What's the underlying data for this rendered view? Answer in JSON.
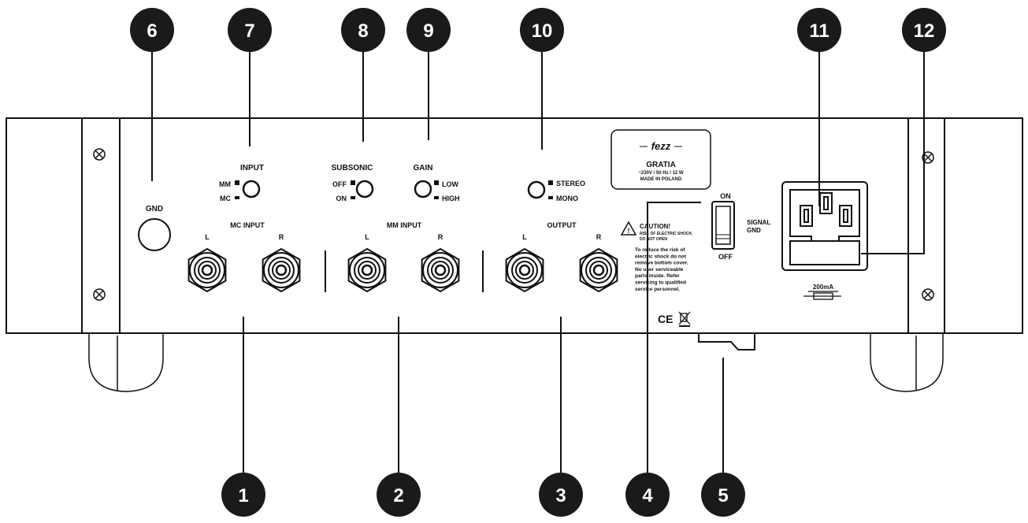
{
  "callouts": [
    "1",
    "2",
    "3",
    "4",
    "5",
    "6",
    "7",
    "8",
    "9",
    "10",
    "11",
    "12"
  ],
  "panel": {
    "gnd": "GND",
    "input": "INPUT",
    "mm": "MM",
    "mc": "MC",
    "mc_input": "MC INPUT",
    "mm_input": "MM INPUT",
    "output": "OUTPUT",
    "left": "L",
    "right": "R",
    "subsonic": "SUBSONIC",
    "off": "OFF",
    "on": "ON",
    "gain": "GAIN",
    "low": "LOW",
    "high": "HIGH",
    "stereo": "STEREO",
    "mono": "MONO",
    "switch_on": "ON",
    "switch_off": "OFF",
    "signal": "SIGNAL",
    "gnd2": "GND",
    "fuse": "200mA",
    "ce": "CE"
  },
  "badge": {
    "logo": "fezz",
    "model": "GRATIA",
    "spec": "~230V / 50 Hz / 12 W",
    "made": "MADE IN POLAND"
  },
  "caution": {
    "title": "CAUTION!",
    "line1": "RISK OF ELECTRIC SHOCK.",
    "line2": "DO NOT OPEN",
    "body": [
      "To reduce the risk of",
      "electric shock do not",
      "remove bottom cover.",
      "No user serviceable",
      "parts inside. Refer",
      "servicing to qualified",
      "service personnel."
    ]
  },
  "colors": {
    "ink": "#111111",
    "callout_bg": "#1a1a1a",
    "background": "#ffffff"
  }
}
